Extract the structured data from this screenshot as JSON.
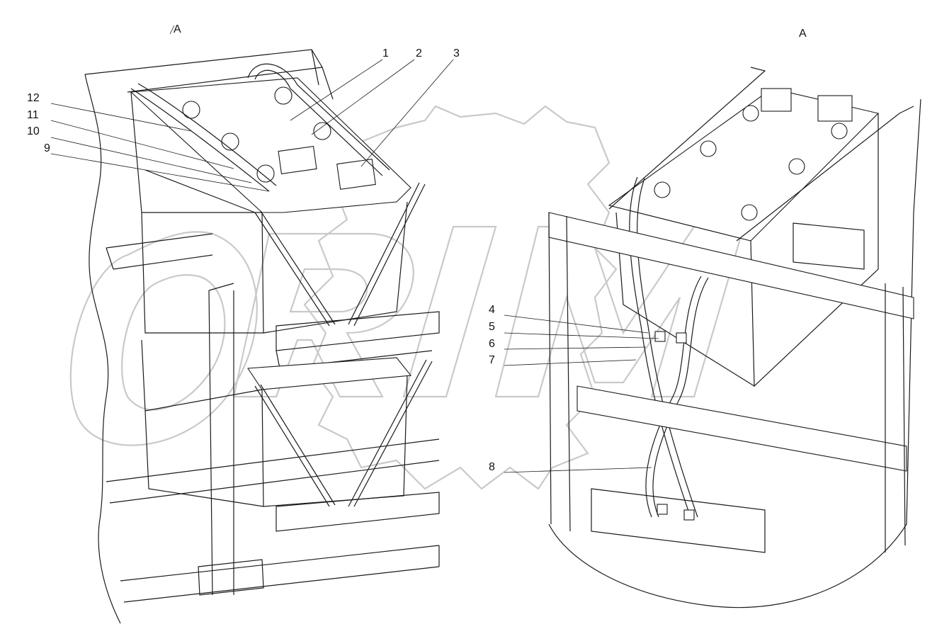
{
  "view_labels": {
    "left": "A",
    "right": "A"
  },
  "watermark": "ORIM",
  "callouts": [
    "1",
    "2",
    "3",
    "4",
    "5",
    "6",
    "7",
    "8",
    "9",
    "10",
    "11",
    "12"
  ],
  "colors": {
    "line": "#1a1a1a",
    "watermark": "#c9c9c9",
    "background": "#ffffff"
  }
}
